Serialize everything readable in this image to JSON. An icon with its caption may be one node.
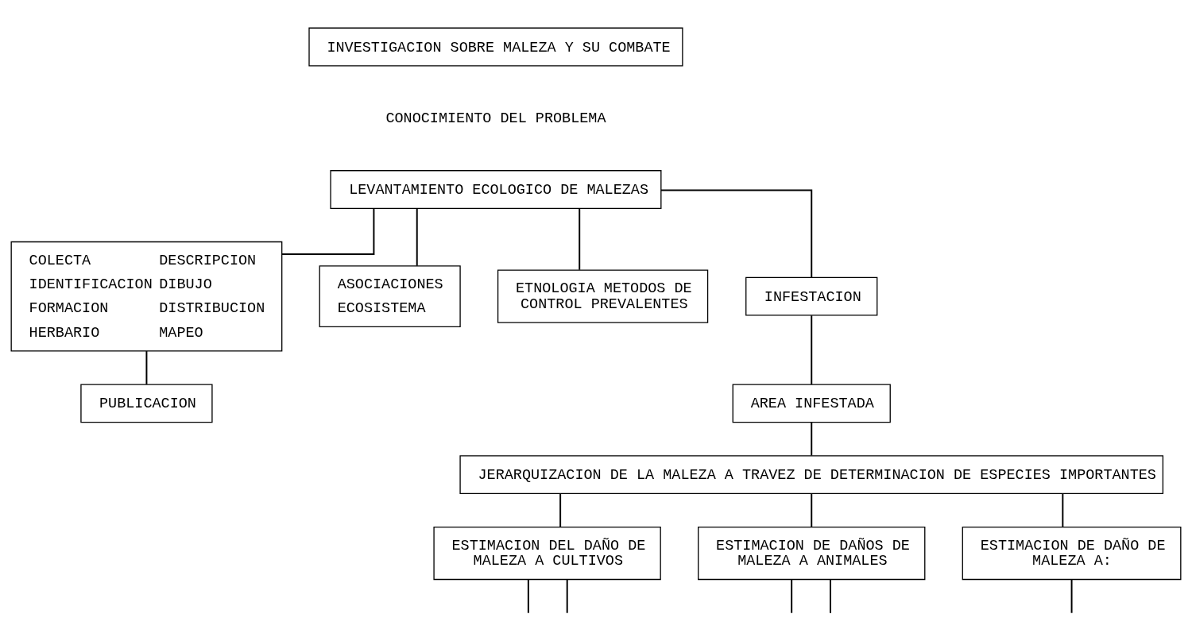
{
  "diagram": {
    "nodes": [
      {
        "text": [
          "INVESTIGACION SOBRE MALEZA Y SU COMBATE"
        ]
      },
      {
        "text": [
          "LEVANTAMIENTO ECOLOGICO DE MALEZAS"
        ]
      },
      {
        "text": [
          "COLECTA",
          "DESCRIPCION",
          "IDENTIFICACION",
          "DIBUJO",
          "FORMACION",
          "DISTRIBUCION",
          "HERBARIO",
          "MAPEO"
        ]
      },
      {
        "text": [
          "ASOCIACIONES",
          "ECOSISTEMA"
        ]
      },
      {
        "text": [
          "ETNOLOGIA METODOS DE CONTROL PREVALENTES"
        ]
      },
      {
        "text": [
          "PUBLICACION"
        ]
      },
      {
        "text": [
          "INFESTACION"
        ]
      },
      {
        "text": [
          "AREA INFESTADA"
        ]
      },
      {
        "text": [
          "JERARQUIZACION DE LA MALEZA A TRAVEZ DE DETERMINACION DE ESPECIES IMPORTANTES"
        ]
      },
      {
        "text": [
          "ESTIMACION DEL DAÑO DE MALEZA A CULTIVOS"
        ]
      },
      {
        "text": [
          "ESTIMACION DE DAÑOS DE MALEZA A ANIMALES"
        ]
      },
      {
        "text": [
          "ESTIMACION DE DAÑO DE MALEZA A:"
        ]
      }
    ],
    "edges": [
      {
        "from": 1,
        "to": 2,
        "arrow": "none"
      },
      {
        "from": 1,
        "to": 6,
        "arrow": "none"
      },
      {
        "from": 1,
        "to": 3,
        "arrow": "none"
      },
      {
        "from": 1,
        "to": 4,
        "arrow": "none"
      },
      {
        "from": 2,
        "to": 5,
        "arrow": "none"
      },
      {
        "from": 6,
        "to": 7,
        "arrow": "none"
      },
      {
        "from": 7,
        "to": 8,
        "arrow": "none"
      },
      {
        "from": 8,
        "to": 9,
        "arrow": "none"
      },
      {
        "from": 8,
        "to": 10,
        "arrow": "none"
      },
      {
        "from": 8,
        "to": 11,
        "arrow": "none"
      },
      {
        "from": 9,
        "to": null,
        "arrow": "none"
      },
      {
        "from": 9,
        "to": null,
        "arrow": "none"
      },
      {
        "from": 10,
        "to": null,
        "arrow": "none"
      },
      {
        "from": 10,
        "to": null,
        "arrow": "none"
      },
      {
        "from": 11,
        "to": null,
        "arrow": "none"
      }
    ],
    "labels": [
      "CONOCIMIENTO DEL PROBLEMA"
    ]
  }
}
